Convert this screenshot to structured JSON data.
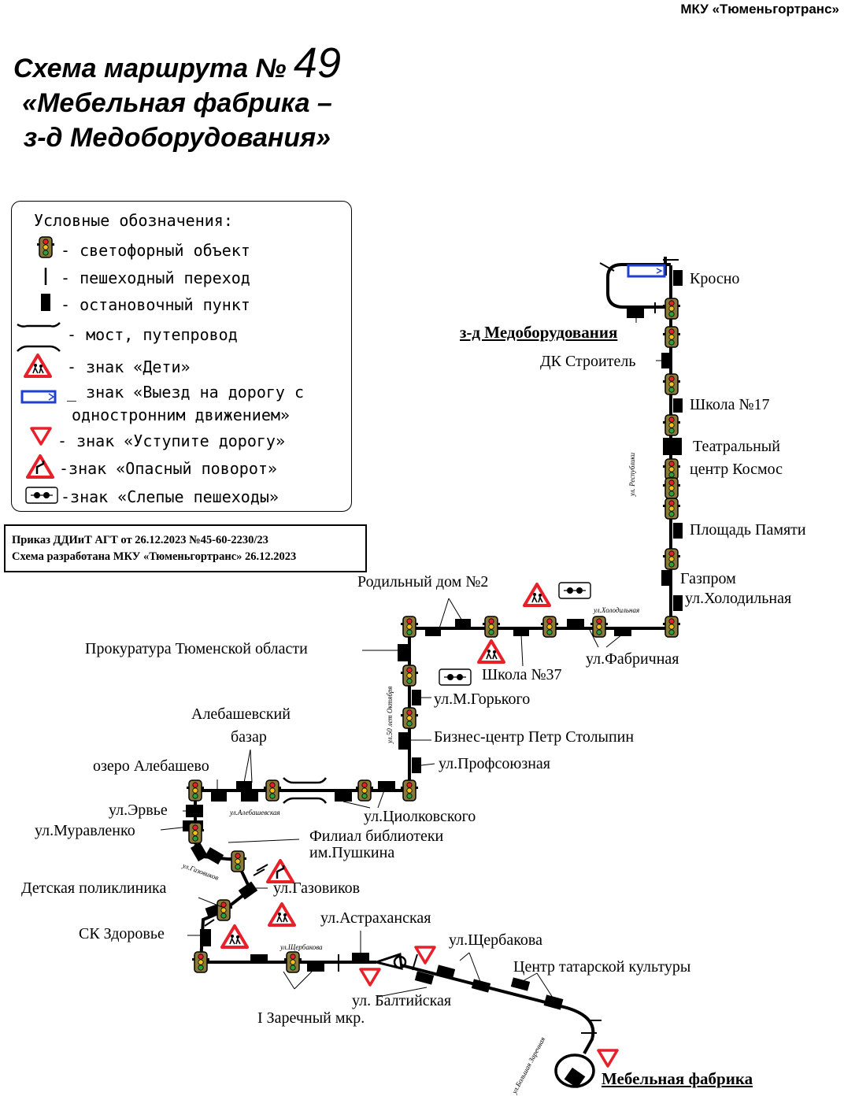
{
  "organization": "МКУ «Тюменьгортранс»",
  "title": {
    "prefix": "Схема маршрута №",
    "number": "49",
    "line2": "«Мебельная фабрика –",
    "line3": "з-д Медоборудования»"
  },
  "legend": {
    "heading": "Условные обозначения:",
    "items": [
      "- светофорный объект",
      "- пешеходный переход",
      "- остановочный пункт",
      "- мост, путепровод",
      "- знак «Дети»",
      "_ знак «Выезд на дорогу с",
      "одностронним движением»",
      "- знак «Уступите дорогу»",
      "-знак «Опасный поворот»",
      "-знак «Слепые пешеходы»"
    ]
  },
  "order": {
    "line1": "Приказ ДДИиТ АГТ от 26.12.2023 №45-60-2230/23",
    "line2": "Схема разработана МКУ «Тюменьгортранс» 26.12.2023"
  },
  "terminals": {
    "north": "з-д Медоборудования",
    "south": "Мебельная фабрика"
  },
  "stops": {
    "krosno": "Кросно",
    "dk": "ДК Строитель",
    "school17": "Школа №17",
    "teatr1": "Театральный",
    "teatr2": "центр Космос",
    "pamyati": "Площадь Памяти",
    "gazprom": "Газпром",
    "holodilnaya": "ул.Холодильная",
    "fabrichnaya": "ул.Фабричная",
    "school37": "Школа №37",
    "roddom": "Родильный дом №2",
    "prokuratura": "Прокуратура Тюменской области",
    "gorkogo": "ул.М.Горького",
    "stolypin": "Бизнес-центр Петр Столыпин",
    "profsoyuznaya": "ул.Профсоюзная",
    "tsiolkovskogo": "ул.Циолковского",
    "bazar1": "Алебашевский",
    "bazar2": "базар",
    "ozero": "озеро Алебашево",
    "ervye": "ул.Эрвье",
    "muravlenko": "ул.Муравленко",
    "biblio1": "Филиал библиотеки",
    "biblio2": "им.Пушкина",
    "gazovikov": "ул.Газовиков",
    "poliklinika": "Детская поликлиника",
    "sk": "СК Здоровье",
    "astrahanskaya": "ул.Астраханская",
    "scherbakova": "ул.Щербакова",
    "tatar": "Центр татарской культуры",
    "baltiyskaya": "ул. Балтийская",
    "zarechny": "I Заречный мкр."
  },
  "streets": {
    "respubliki": "ул. Республики",
    "holodilnaya": "ул.Холодильная",
    "oktyabrya": "ул.50 лет Октября",
    "alebashevskaya": "ул.Алебашевская",
    "gazovikov": "ул.Газовиков",
    "scherbakova": "ул.Щербакова",
    "zarechnaya": "ул.Большая Заречная"
  },
  "colors": {
    "route": "#000000",
    "sign_red": "#e8202a",
    "sign_blue": "#1f3fd0",
    "light_body": "#8a7a3a",
    "light_red": "#e8202a",
    "light_yellow": "#f0c020",
    "light_green": "#2fa040"
  },
  "icons": [
    "traffic-light-icon",
    "pedestrian-crossing-icon",
    "bus-stop-icon",
    "bridge-icon",
    "children-sign-icon",
    "one-way-sign-icon",
    "give-way-sign-icon",
    "dangerous-turn-sign-icon",
    "blind-pedestrians-sign-icon"
  ]
}
